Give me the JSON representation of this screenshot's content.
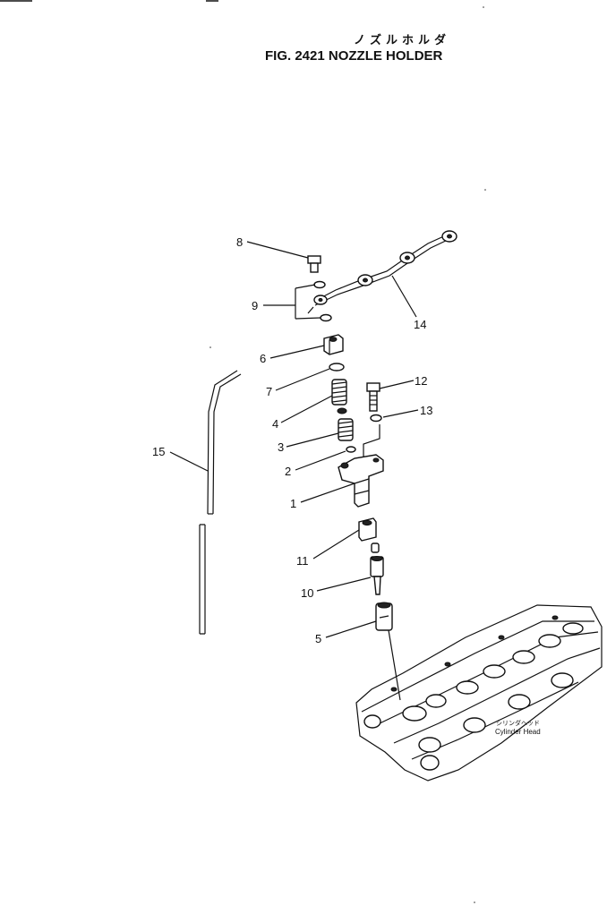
{
  "title": {
    "jp": "ノズルホルダ",
    "en": "FIG. 2421  NOZZLE HOLDER"
  },
  "callouts": [
    "8",
    "9",
    "14",
    "6",
    "7",
    "12",
    "4",
    "13",
    "3",
    "15",
    "2",
    "1",
    "11",
    "10",
    "5"
  ],
  "cylinder_head": {
    "jp": "シリンダヘッド",
    "en": "Cylinder Head"
  }
}
